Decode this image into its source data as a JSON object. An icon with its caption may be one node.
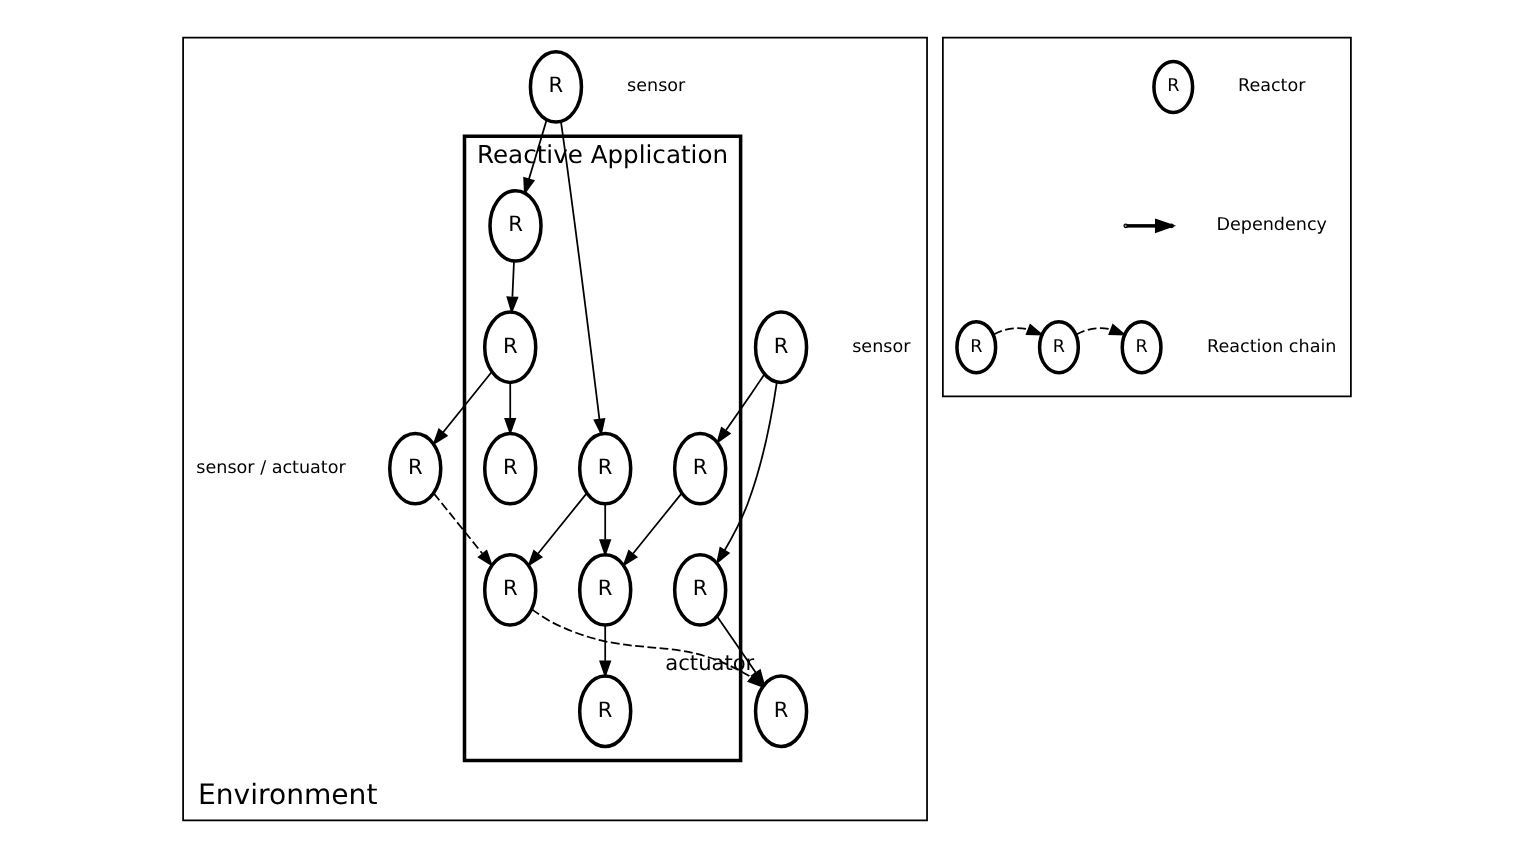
{
  "diagram": {
    "nodes": [
      {
        "text": [
          "Environment"
        ]
      },
      {
        "text": [
          "Reactive Application"
        ],
        "in": 0
      },
      {
        "text": [
          "R"
        ],
        "beside": [
          "sensor"
        ],
        "in": 0
      },
      {
        "text": [
          "R"
        ],
        "in": 1
      },
      {
        "text": [
          "R"
        ],
        "in": 1
      },
      {
        "text": [
          "R"
        ],
        "beside": [
          "sensor / actuator"
        ],
        "in": 0
      },
      {
        "text": [
          "R"
        ],
        "in": 1
      },
      {
        "text": [
          "R"
        ],
        "in": 1
      },
      {
        "text": [
          "R"
        ],
        "in": 1
      },
      {
        "text": [
          "R"
        ],
        "in": 1
      },
      {
        "text": [
          "R"
        ],
        "in": 1
      },
      {
        "text": [
          "R"
        ],
        "in": 1
      },
      {
        "text": [
          "R"
        ],
        "beside": [
          "sensor"
        ],
        "in": 0
      },
      {
        "text": [
          "R"
        ],
        "in": 1
      },
      {
        "text": [
          "R"
        ],
        "beside": [
          "actuator"
        ],
        "in": 0
      },
      {
        "text": [],
        "shape": "box"
      },
      {
        "text": [
          "R"
        ],
        "in": 15
      },
      {
        "text": [
          "R"
        ],
        "in": 15
      },
      {
        "text": [
          "R"
        ],
        "in": 15
      },
      {
        "text": [
          "R"
        ],
        "in": 15
      }
    ],
    "edges": [
      {
        "from": 2,
        "to": 3,
        "arrow": "to"
      },
      {
        "from": 2,
        "to": 7,
        "arrow": "to"
      },
      {
        "from": 3,
        "to": 4,
        "arrow": "to"
      },
      {
        "from": 4,
        "to": 5,
        "arrow": "to"
      },
      {
        "from": 4,
        "to": 6,
        "arrow": "to"
      },
      {
        "from": 7,
        "to": 10,
        "arrow": "to"
      },
      {
        "from": 7,
        "to": 8,
        "arrow": "to"
      },
      {
        "from": 10,
        "to": 9,
        "arrow": "to"
      },
      {
        "from": 11,
        "to": 10,
        "arrow": "to"
      },
      {
        "from": 12,
        "to": 11,
        "arrow": "to"
      },
      {
        "from": 12,
        "to": 13,
        "arrow": "to"
      },
      {
        "from": 13,
        "to": 14,
        "arrow": "to"
      },
      {
        "from": 5,
        "to": 8,
        "arrow": "to",
        "style": "dashed"
      },
      {
        "from": 8,
        "to": 14,
        "arrow": "to",
        "style": "dashed"
      },
      {
        "from": 17,
        "to": 18,
        "arrow": "to",
        "style": "dashed"
      },
      {
        "from": 18,
        "to": 19,
        "arrow": "to",
        "style": "dashed"
      }
    ],
    "legend": [
      {
        "text": "Reactor"
      },
      {
        "text": "Dependency"
      },
      {
        "text": "Reaction chain"
      }
    ]
  }
}
